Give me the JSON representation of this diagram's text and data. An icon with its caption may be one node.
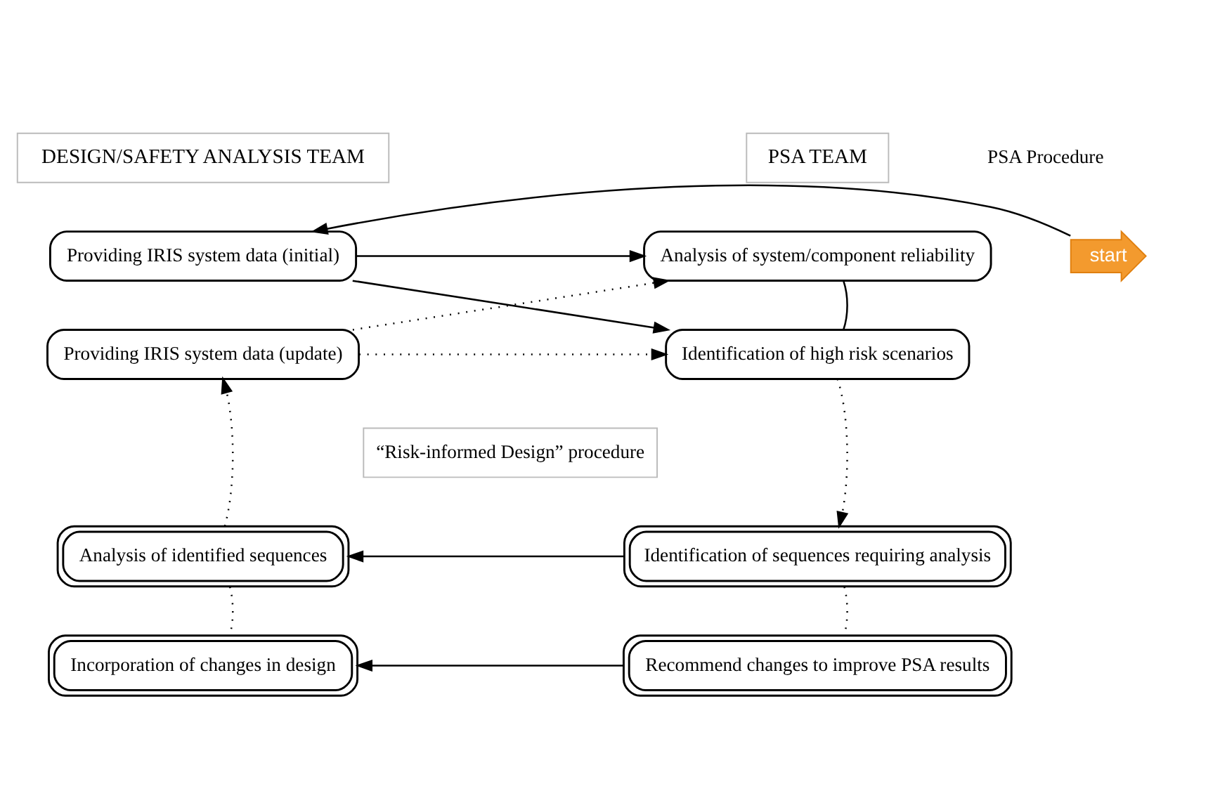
{
  "diagram": {
    "nodes": [
      {
        "text": [
          "DESIGN/SAFETY ANALYSIS TEAM"
        ]
      },
      {
        "text": [
          "PSA TEAM"
        ]
      },
      {
        "text": [
          "start"
        ]
      },
      {
        "text": [
          "Providing IRIS system data (initial)"
        ]
      },
      {
        "text": [
          "Analysis of system/component reliability"
        ]
      },
      {
        "text": [
          "Providing IRIS system data (update)"
        ]
      },
      {
        "text": [
          "Identification of high risk scenarios"
        ]
      },
      {
        "text": [
          "Analysis of identified sequences"
        ]
      },
      {
        "text": [
          "Identification of sequences requiring analysis"
        ]
      },
      {
        "text": [
          "Incorporation of changes in design"
        ]
      },
      {
        "text": [
          "Recommend changes to improve PSA results"
        ]
      }
    ],
    "edges": [
      {
        "from": 2,
        "to": 3,
        "arrow": "to"
      },
      {
        "from": 3,
        "to": 4,
        "arrow": "to"
      },
      {
        "from": 3,
        "to": 6,
        "arrow": "to"
      },
      {
        "from": 5,
        "to": 4,
        "arrow": "to",
        "style": "dashed"
      },
      {
        "from": 5,
        "to": 6,
        "arrow": "to",
        "style": "dashed"
      },
      {
        "from": 4,
        "to": 6,
        "arrow": "none"
      },
      {
        "from": 6,
        "to": 8,
        "arrow": "to",
        "style": "dashed"
      },
      {
        "from": 8,
        "to": 7,
        "arrow": "to"
      },
      {
        "from": 7,
        "to": 5,
        "arrow": "to",
        "style": "dashed"
      },
      {
        "from": 7,
        "to": 9,
        "arrow": "none",
        "style": "dashed"
      },
      {
        "from": 8,
        "to": 10,
        "arrow": "none",
        "style": "dashed"
      },
      {
        "from": 10,
        "to": 9,
        "arrow": "to"
      }
    ],
    "labels": [
      "PSA Procedure",
      "“Risk-informed Design” procedure"
    ]
  }
}
